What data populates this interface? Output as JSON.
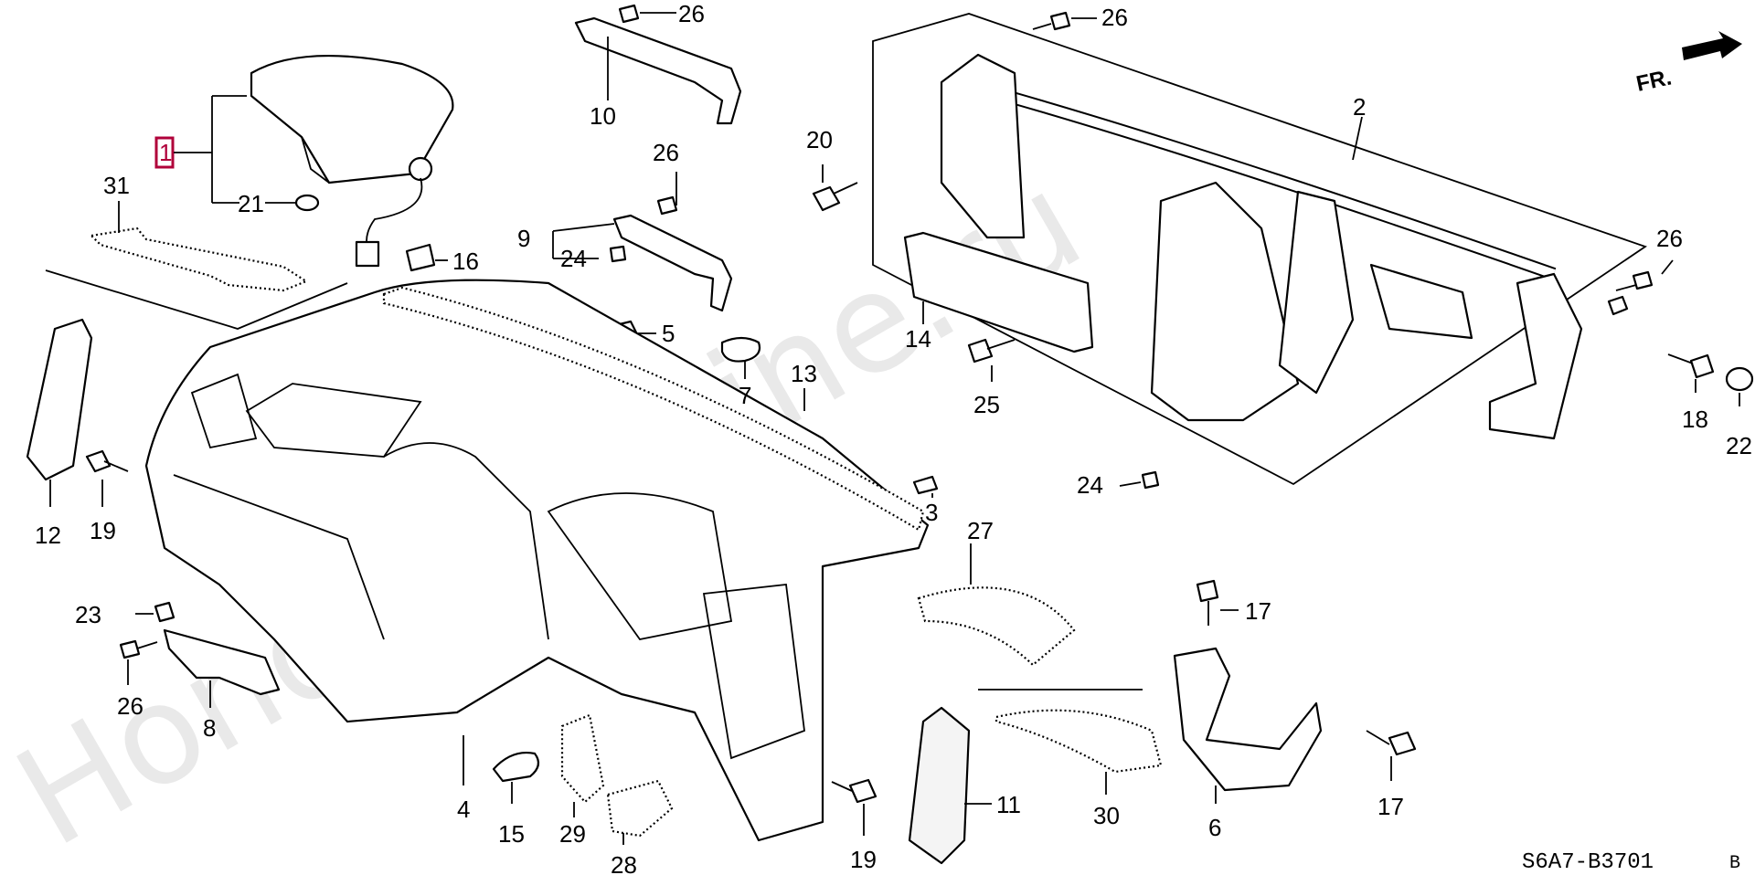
{
  "watermark": "HondaCarMine.ru",
  "diagram_code": "S6A7-B3701",
  "diagram_suffix": "B",
  "front_arrow": "FR.",
  "highlight_color": "#b0003a",
  "labels": {
    "p1": "1",
    "p2": "2",
    "p3": "3",
    "p4": "4",
    "p5": "5",
    "p6": "6",
    "p7": "7",
    "p8": "8",
    "p9": "9",
    "p10": "10",
    "p11": "11",
    "p12": "12",
    "p13": "13",
    "p14": "14",
    "p15": "15",
    "p16": "16",
    "p17a": "17",
    "p17b": "17",
    "p18": "18",
    "p19a": "19",
    "p19b": "19",
    "p20": "20",
    "p21": "21",
    "p22": "22",
    "p23": "23",
    "p24a": "24",
    "p24b": "24",
    "p25": "25",
    "p26a": "26",
    "p26b": "26",
    "p26c": "26",
    "p26d": "26",
    "p26e": "26",
    "p27": "27",
    "p28": "28",
    "p29": "29",
    "p30": "30",
    "p31": "31"
  }
}
